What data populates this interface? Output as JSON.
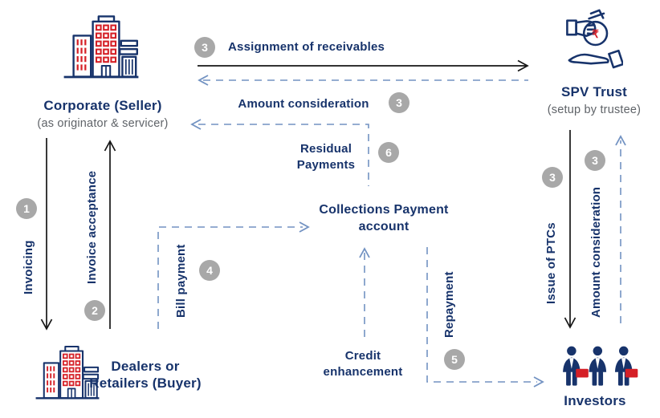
{
  "diagram": {
    "nodes": {
      "corporate": {
        "title": "Corporate (Seller)",
        "subtitle": "(as originator & servicer)"
      },
      "spv_trust": {
        "title": "SPV Trust",
        "subtitle": "(setup by trustee)"
      },
      "dealers": {
        "title": "Dealers or Retailers (Buyer)"
      },
      "investors": {
        "title": "Investors"
      },
      "collections_account": {
        "title": "Collections Payment account"
      }
    },
    "flows": {
      "invoicing": {
        "step": "1",
        "label": "Invoicing"
      },
      "invoice_acceptance": {
        "step": "2",
        "label": "Invoice acceptance"
      },
      "assignment_of_receivables": {
        "step": "3",
        "label": "Assignment of receivables"
      },
      "amount_consideration_spv": {
        "step": "3",
        "label": "Amount consideration"
      },
      "bill_payment": {
        "step": "4",
        "label": "Bill payment"
      },
      "repayment": {
        "step": "5",
        "label": "Repayment"
      },
      "residual_payments": {
        "step": "6",
        "label": "Residual Payments"
      },
      "issue_of_ptcs": {
        "step": "3",
        "label": "Issue of PTCs"
      },
      "amount_consideration_investors": {
        "step": "3",
        "label": "Amount consideration"
      },
      "credit_enhancement": {
        "label": "Credit enhancement"
      }
    },
    "icons": {
      "corporate": "office-building-icon",
      "dealers": "office-building-icon",
      "spv_trust": "hand-money-bag-rupee-icon",
      "investors": "business-people-briefcase-icon",
      "rupee_symbol": "₹"
    },
    "colors": {
      "navy_text": "#17336b",
      "dashed_arrow_blue": "#7292c2",
      "solid_arrow_black": "#161616",
      "step_circle_gray": "#a8a8a8",
      "subtitle_gray": "#5f6368",
      "accent_red": "#d51f26",
      "background": "#ffffff"
    }
  }
}
